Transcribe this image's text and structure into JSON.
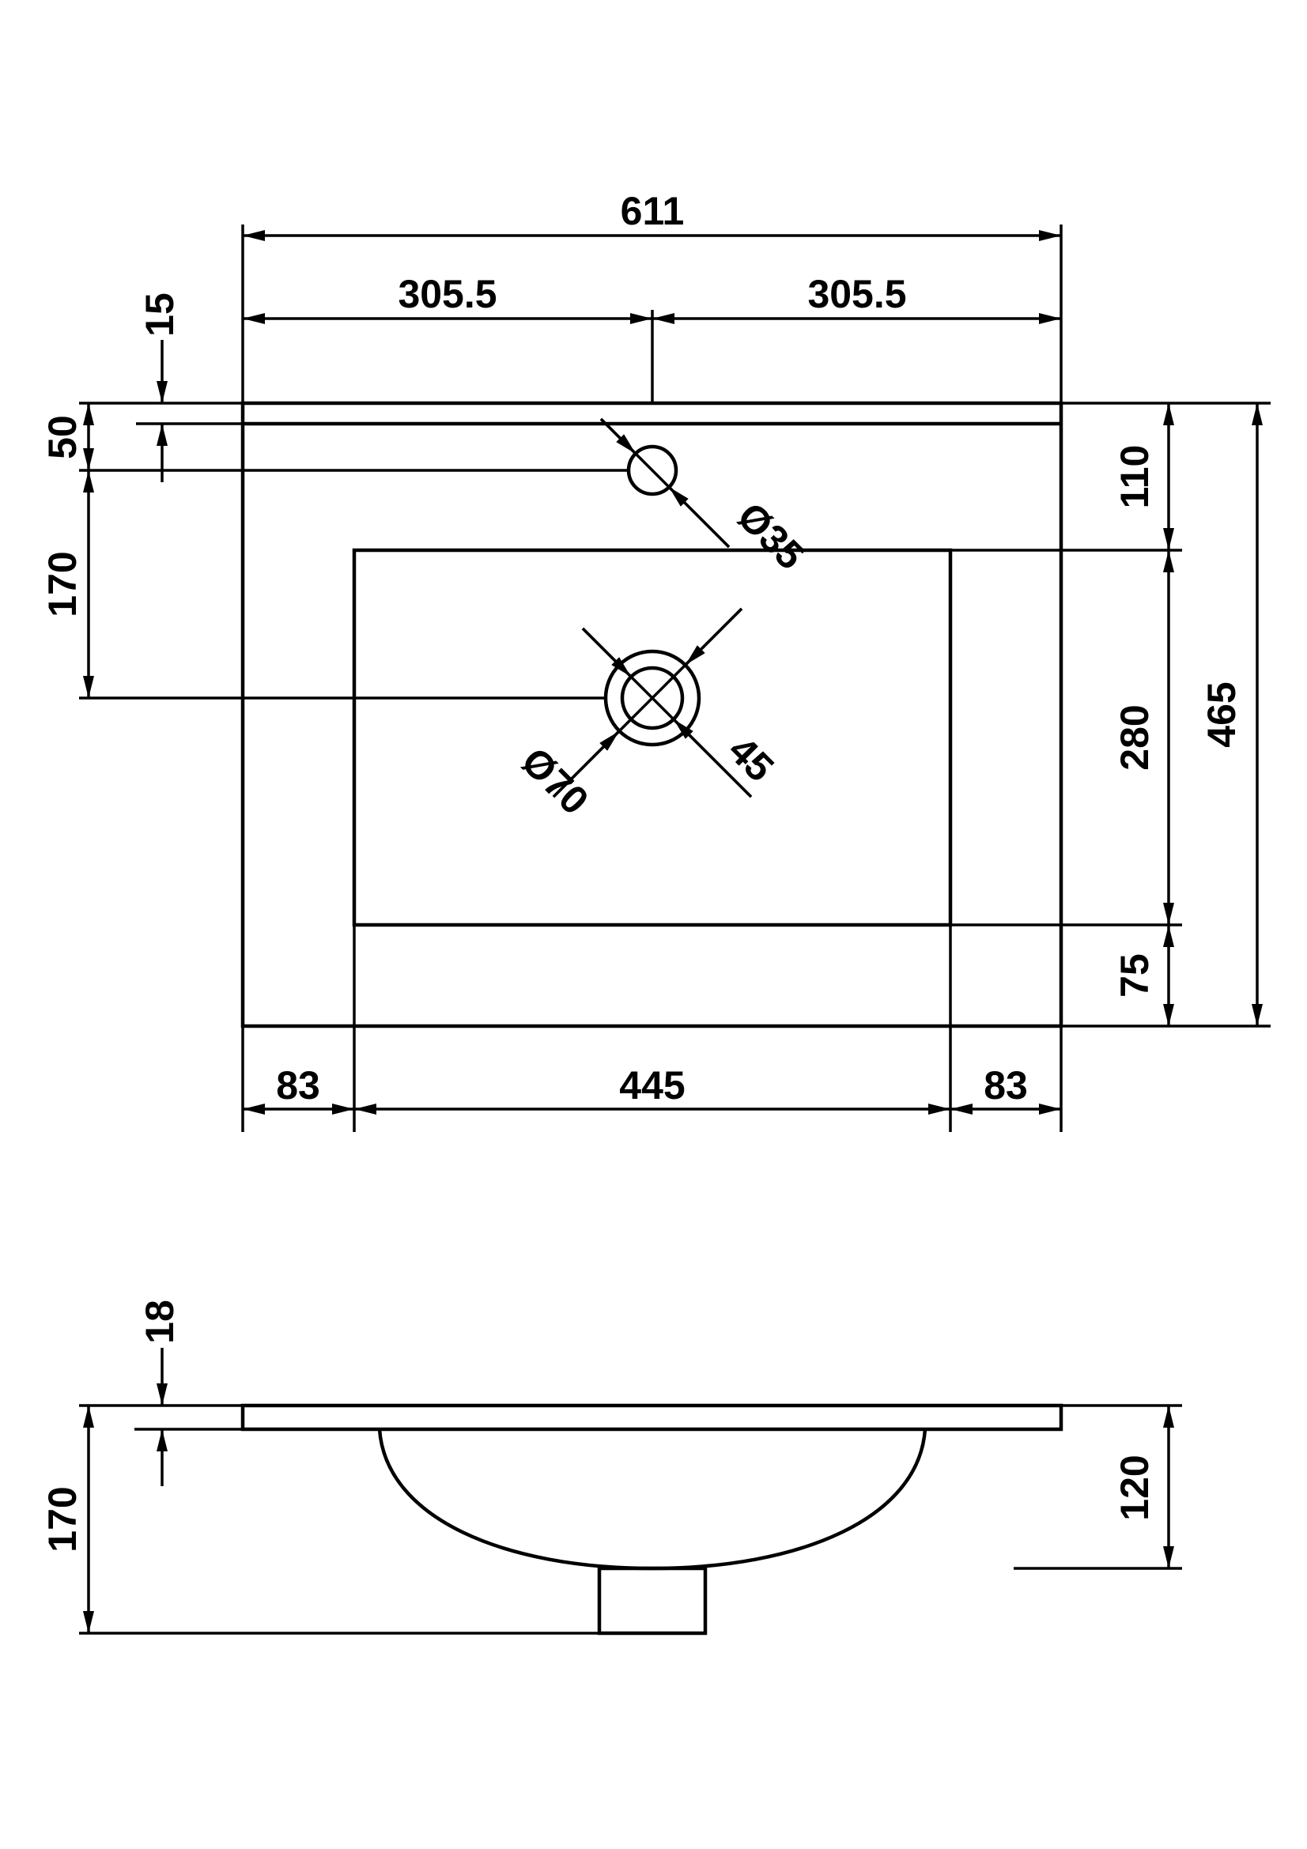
{
  "page": {
    "background_color": "#ffffff",
    "line_color": "#000000",
    "description": "Technical dimension drawing of a vanity basin: plan view (top) and section view (bottom)"
  },
  "plan_view": {
    "dim_overall_width": "611",
    "dim_half_width_left": "305.5",
    "dim_half_width_right": "305.5",
    "dim_ledge_depth": "15",
    "dim_top_to_tap": "50",
    "dim_tap_to_drain": "170",
    "dim_top_to_bowl": "110",
    "dim_bowl_front_to_back": "280",
    "dim_bowl_to_front": "75",
    "dim_overall_depth": "465",
    "dim_left_margin": "83",
    "dim_bowl_width": "445",
    "dim_right_margin": "83",
    "label_tap_hole_diameter": "Ø35",
    "label_drain_outer_diameter": "Ø70",
    "label_drain_inner_diameter": "45"
  },
  "section_view": {
    "dim_worktop_thickness": "18",
    "dim_overall_height": "170",
    "dim_bowl_depth": "120"
  }
}
